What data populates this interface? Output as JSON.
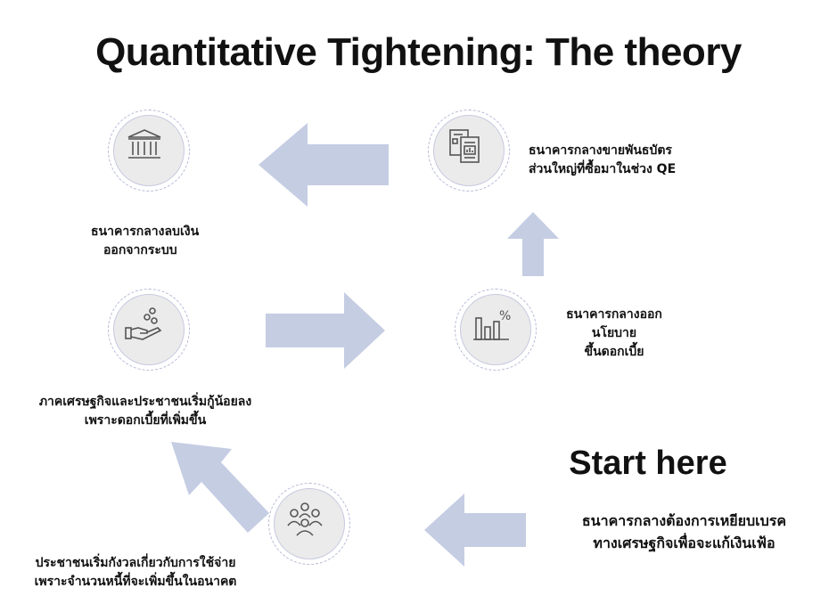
{
  "title": "Quantitative Tightening: The theory",
  "start_label": "Start here",
  "colors": {
    "arrow": "#c5cde3",
    "circle_fill": "#ebebeb",
    "circle_ring": "#b6b9d6",
    "icon_stroke": "#555555"
  },
  "steps": {
    "brake": {
      "lines": [
        "ธนาคารกลางต้องการเหยียบเบรค",
        "ทางเศรษฐกิจเพื่อจะแก้เงินเฟ้อ"
      ]
    },
    "rates": {
      "icon": "bar-chart-percent-icon",
      "lines": [
        "ธนาคารกลางออก",
        "นโยบาย",
        "ขึ้นดอกเบี้ย"
      ]
    },
    "sell_bonds": {
      "icon": "documents-chart-icon",
      "lines": [
        "ธนาคารกลางขายพันธบัตร",
        "ส่วนใหญ่ที่ซื้อมาในช่วง QE"
      ]
    },
    "remove_money": {
      "icon": "bank-building-icon",
      "lines": [
        "ธนาคารกลางลบเงิน",
        "ออกจากระบบ"
      ]
    },
    "borrow_less": {
      "icon": "hand-coins-icon",
      "lines": [
        "ภาคเศรษฐกิจและประชาชนเริ่มกู้น้อยลง",
        "เพราะดอกเบี้ยที่เพิ่มขึ้น"
      ]
    },
    "worry_spending": {
      "icon": "people-group-icon",
      "lines": [
        "ประชาชนเริ่มกังวลเกี่ยวกับการใช้จ่าย",
        "เพราะจำนวนหนี้ที่จะเพิ่มขึ้นในอนาคต"
      ]
    }
  }
}
